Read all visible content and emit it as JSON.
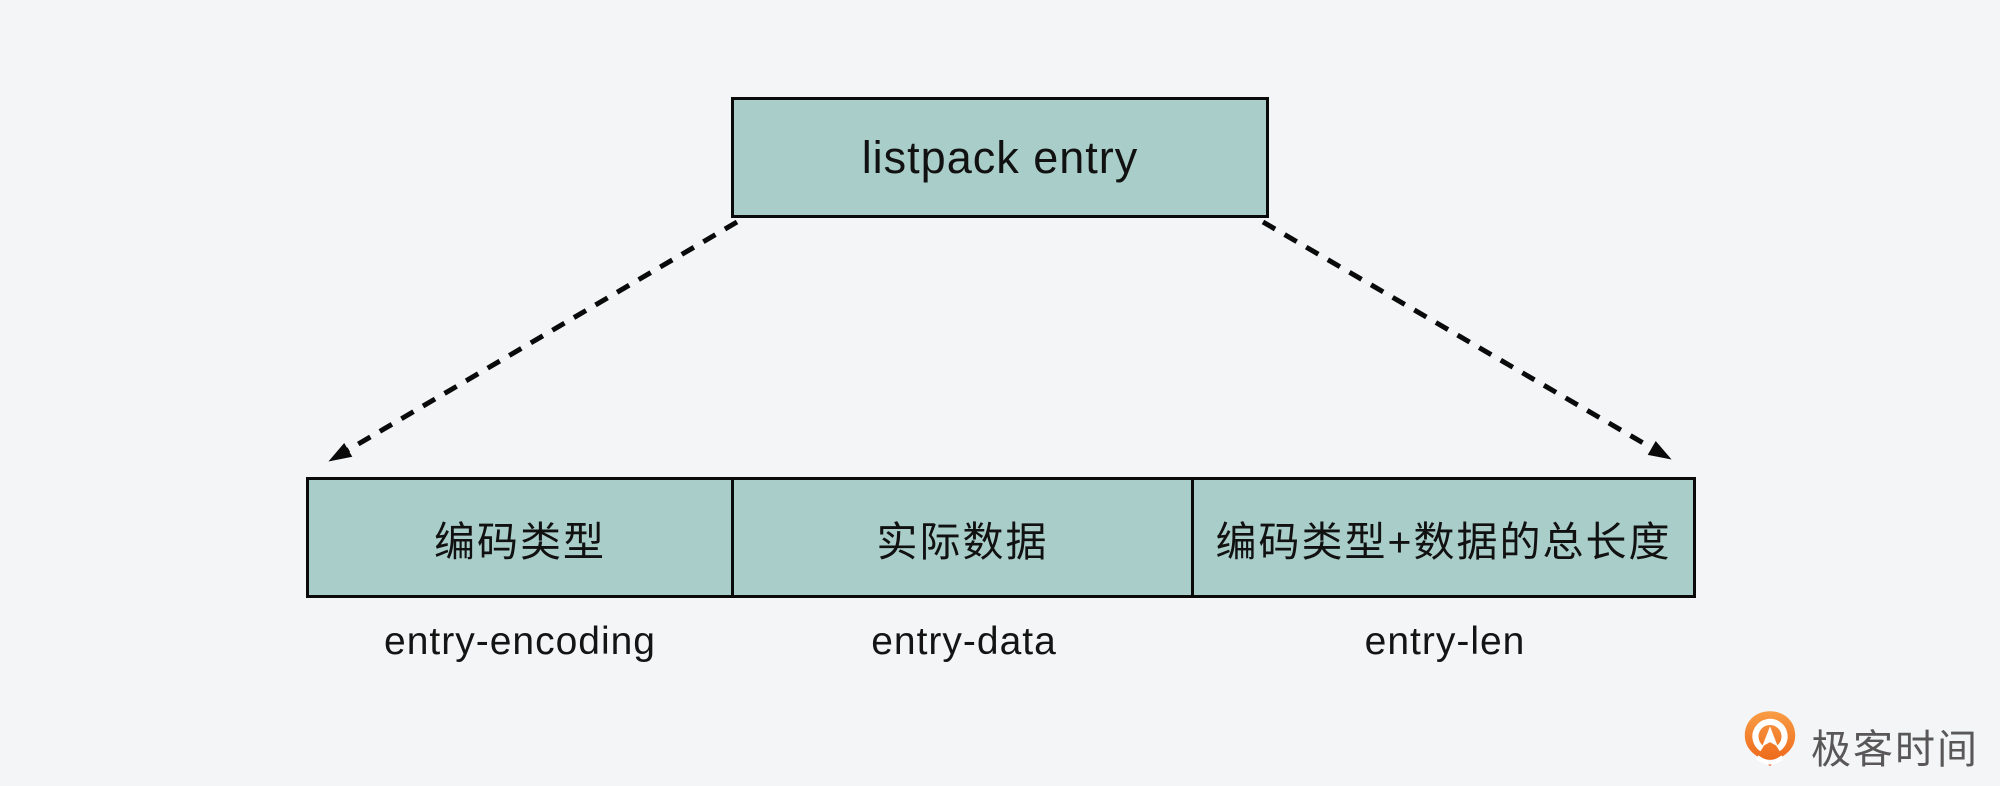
{
  "canvas": {
    "background": "#f3f5f6"
  },
  "diagram": {
    "title_box": {
      "label": "listpack entry"
    },
    "box_fill": "#a9cdc9",
    "box_border": "#0a0a0a",
    "arrow_color": "#0a0a0a",
    "fields": [
      {
        "name": "编码类型",
        "tag": "entry-encoding"
      },
      {
        "name": "实际数据",
        "tag": "entry-data"
      },
      {
        "name": "编码类型+数据的总长度",
        "tag": "entry-len"
      }
    ]
  },
  "branding": {
    "logo_icon": "geektime-pin-icon",
    "logo_text": "极客时间",
    "logo_orange": "#ee6c1d",
    "logo_text_color": "#595757"
  }
}
